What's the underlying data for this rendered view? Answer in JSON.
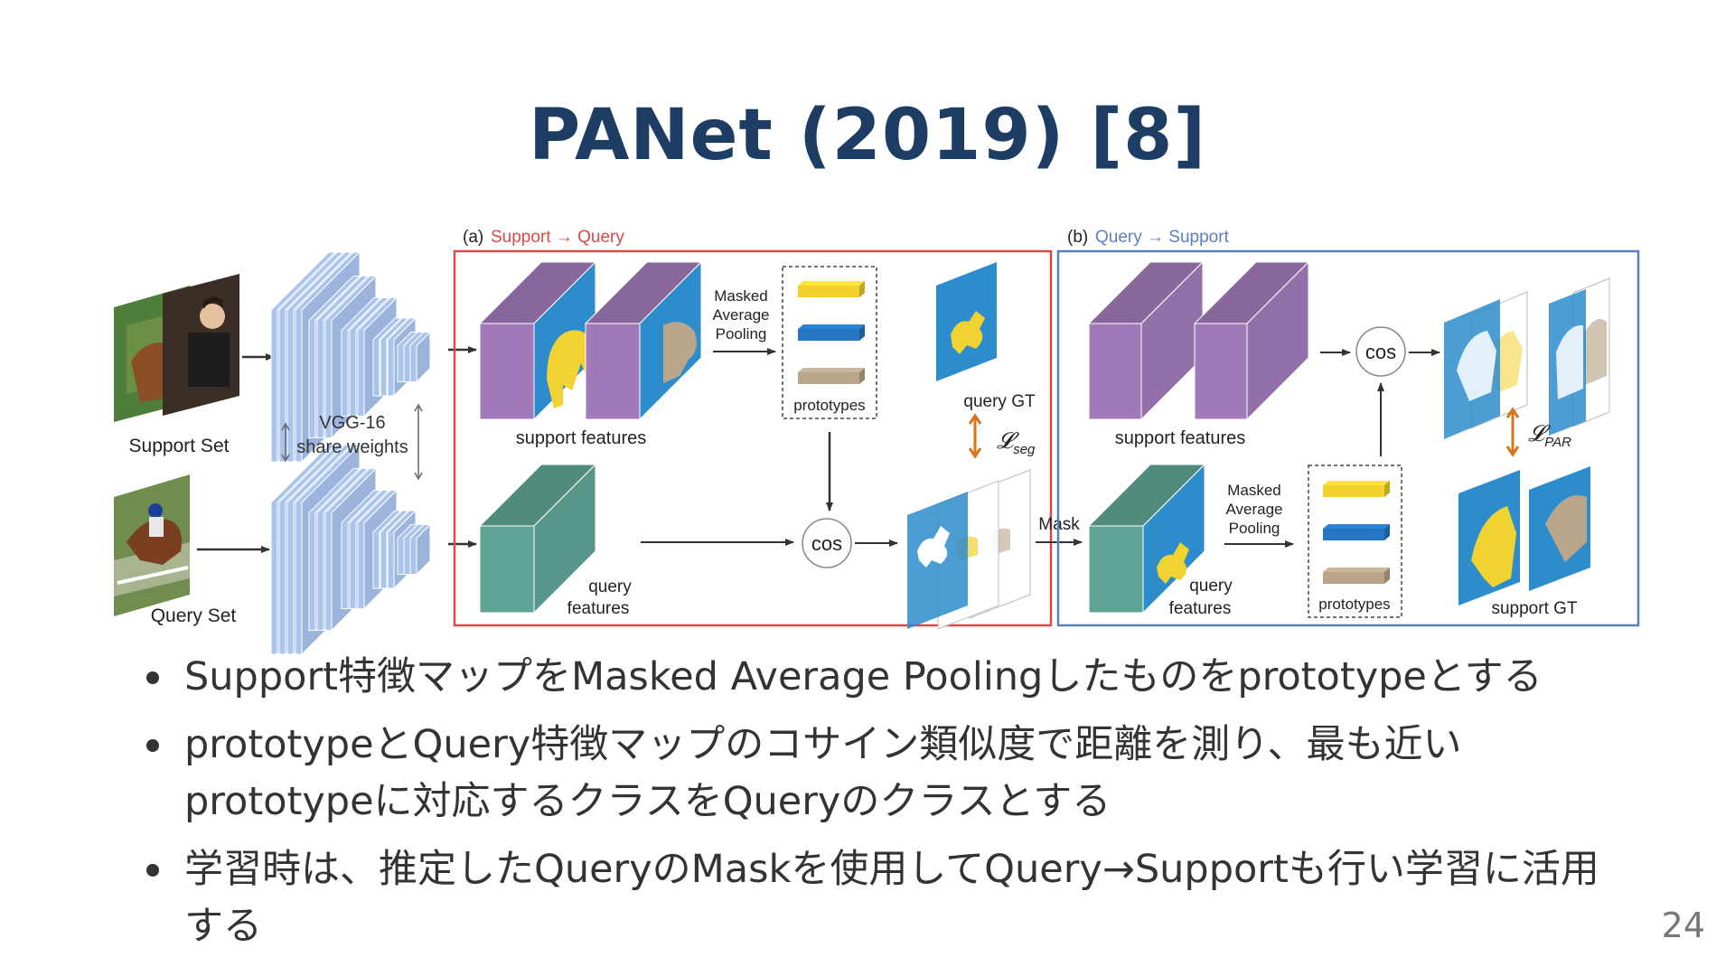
{
  "slide": {
    "title": "PANet (2019) [8]",
    "page_number": "24"
  },
  "figure": {
    "panel_a_prefix": "(a)",
    "panel_a_label": "Support → Query",
    "panel_b_prefix": "(b)",
    "panel_b_label": "Query → Support",
    "support_set": "Support Set",
    "query_set": "Query Set",
    "vgg_name": "VGG-16",
    "share_weights": "share weights",
    "masked_average_pooling": [
      "Masked",
      "Average",
      "Pooling"
    ],
    "prototypes": "prototypes",
    "support_features": "support features",
    "query_features": [
      "query",
      "features"
    ],
    "query_gt": "query GT",
    "support_gt": "support GT",
    "cos": "cos",
    "mask": "Mask",
    "loss_seg_main": "𝓛",
    "loss_seg_sub": "seg",
    "loss_par_main": "𝓛",
    "loss_par_sub": "PAR",
    "colors": {
      "support_red": "#d84a4a",
      "query_blue": "#5a7fbf",
      "purple_block": "#a07ab8",
      "teal_block": "#5fa394",
      "vgg_blue": "#aac4ee",
      "mask_blue": "#2d8ccc",
      "mask_yellow": "#f0d230",
      "proto_yellow": "#f2d12e",
      "proto_blue": "#2577c4",
      "proto_tan": "#b8a58a",
      "loss_orange": "#d9731a"
    }
  },
  "bullets": [
    "Support特徴マップをMasked Average Poolingしたものをprototypeとする",
    "prototypeとQuery特徴マップのコサイン類似度で距離を測り、最も近いprototypeに対応するクラスをQueryのクラスとする",
    "学習時は、推定したQueryのMaskを使用してQuery→Supportも行い学習に活用する"
  ]
}
